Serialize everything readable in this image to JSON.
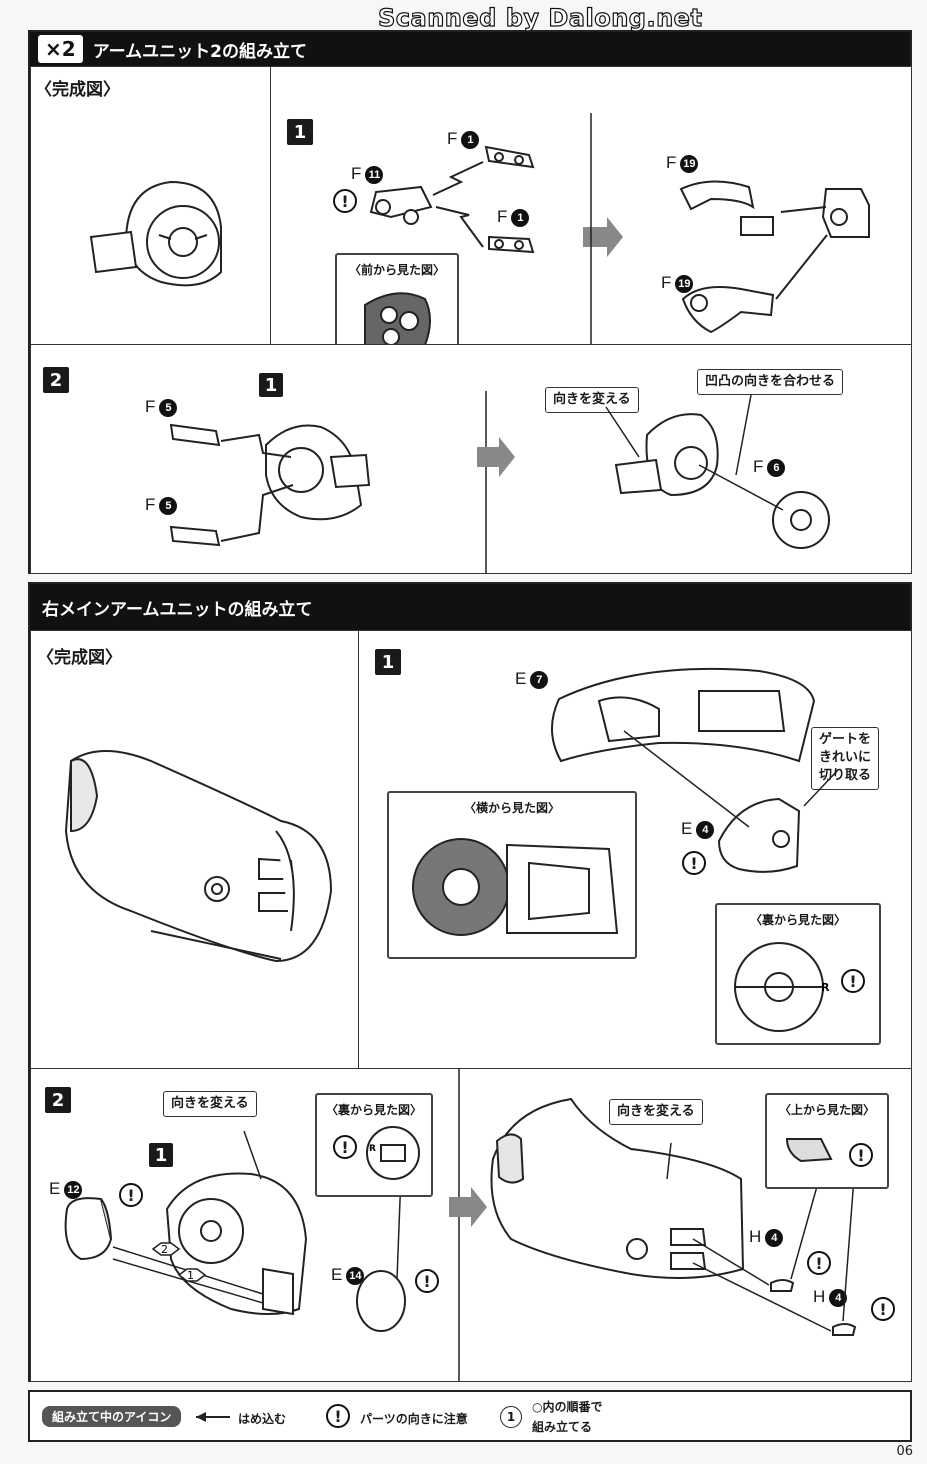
{
  "watermark": "Scanned by Dalong.net",
  "section1": {
    "multiplier": "×2",
    "title": "アームユニット2の組み立て",
    "complete_label": "〈完成図〉",
    "step1": {
      "number": "1",
      "parts": [
        "F",
        "F",
        "F",
        "F",
        "F"
      ],
      "part_numbers": [
        "1",
        "11",
        "1",
        "19",
        "19"
      ],
      "front_view_label": "〈前から見た図〉"
    },
    "step2": {
      "number": "2",
      "sub_number": "1",
      "parts": [
        "F",
        "F",
        "F"
      ],
      "part_numbers": [
        "5",
        "5",
        "6"
      ],
      "callout_turn": "向きを変える",
      "callout_align": "凹凸の向きを合わせる"
    }
  },
  "section2": {
    "title": "右メインアームユニットの組み立て",
    "complete_label": "〈完成図〉",
    "step1": {
      "number": "1",
      "parts": [
        "E",
        "E"
      ],
      "part_numbers": [
        "7",
        "4"
      ],
      "side_view_label": "〈横から見た図〉",
      "back_view_label": "〈裏から見た図〉",
      "gate_note": [
        "ゲートを",
        "きれいに",
        "切り取る"
      ],
      "mark_r": "R"
    },
    "step2": {
      "number": "2",
      "sub_number": "1",
      "callout_turn_a": "向きを変える",
      "callout_turn_b": "向きを変える",
      "back_view_label": "〈裏から見た図〉",
      "top_view_label": "〈上から見た図〉",
      "parts": [
        "E",
        "E",
        "H",
        "H"
      ],
      "part_numbers": [
        "12",
        "14",
        "4",
        "4"
      ],
      "order_1": "1",
      "order_2": "2",
      "mark_r": "R"
    }
  },
  "legend": {
    "icon_label": "組み立て中のアイコン",
    "push_in": "はめ込む",
    "caution_label": "パーツの向きに注意",
    "caution_mark": "!",
    "order_number": "1",
    "order_text_1": "○内の順番で",
    "order_text_2": "組み立てる"
  },
  "page_number": "06"
}
